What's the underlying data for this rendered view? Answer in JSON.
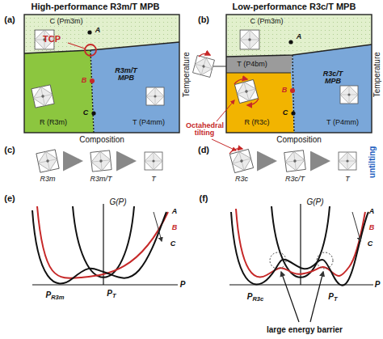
{
  "diagram": {
    "labels": [
      "High-performance R3m/T MPB",
      "(a)",
      "C (Pm3m)",
      "A",
      "TCP",
      "R3m/T MPB",
      "B",
      "C",
      "R (R3m)",
      "T (P4mm)",
      "Composition",
      "Temperature",
      "Low-performance R3c/T MPB",
      "(b)",
      "C (Pm3m)",
      "A",
      "T (P4bm)",
      "R3c/T MPB",
      "B",
      "C",
      "R (R3c)",
      "T (P4mm)",
      "Octahedral tilting",
      "Composition",
      "Temperature",
      "(c)",
      "R3m",
      "R3m/T",
      "T",
      "(d)",
      "R3c",
      "R3c/T",
      "T",
      "untilting",
      "(e)",
      "G(P)",
      "A",
      "B",
      "C",
      "PR3m",
      "PT",
      "P",
      "(f)",
      "G(P)",
      "A",
      "B",
      "C",
      "PR3c",
      "PT",
      "P",
      "large energy barrier"
    ]
  }
}
